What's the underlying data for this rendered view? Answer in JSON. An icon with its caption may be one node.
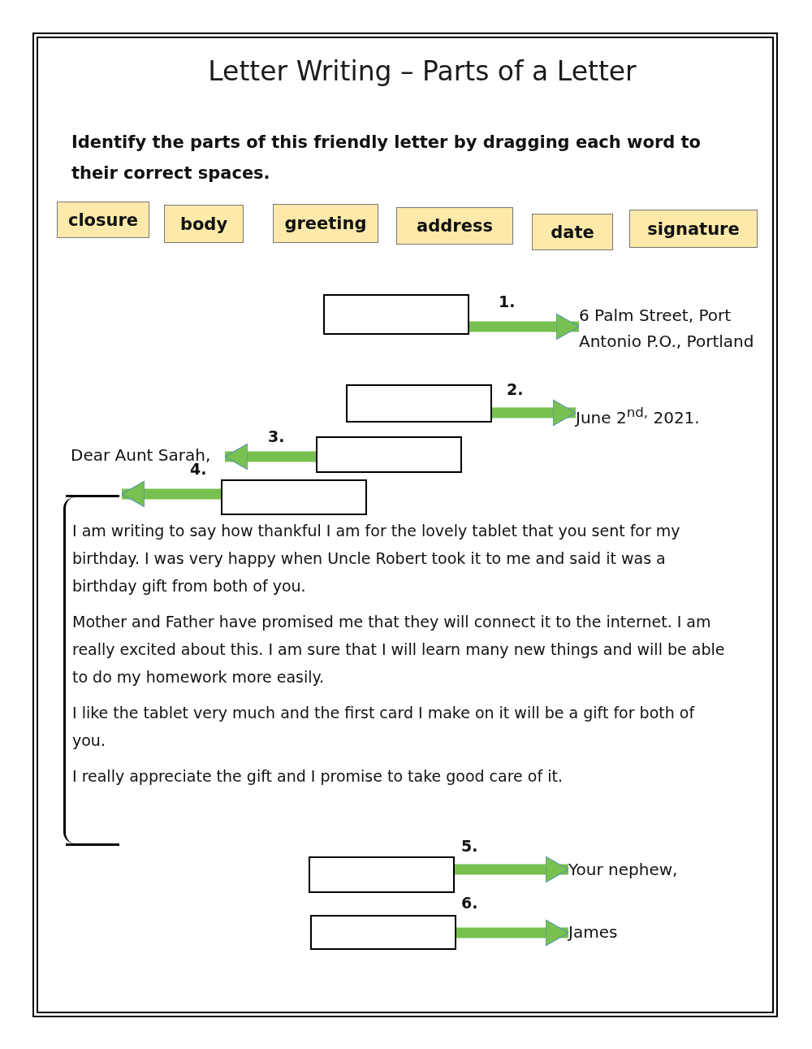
{
  "diagram": {
    "title": "Letter Writing – Parts of a Letter",
    "nodes": [
      {
        "text": [
          "closure"
        ]
      },
      {
        "text": [
          "body"
        ]
      },
      {
        "text": [
          "greeting"
        ]
      },
      {
        "text": [
          "address"
        ]
      },
      {
        "text": [
          "date"
        ]
      },
      {
        "text": [
          "signature"
        ]
      },
      {
        "text": [],
        "shape": "box"
      },
      {
        "text": [
          "6 Palm Street, Port Antonio P.O., Portland"
        ]
      },
      {
        "text": [],
        "shape": "box"
      },
      {
        "text": [
          "June 2$^{nd,}$ 2021."
        ]
      },
      {
        "text": [
          "Dear Aunt Sarah,"
        ]
      },
      {
        "text": [],
        "shape": "box"
      },
      {
        "text": [],
        "shape": "box"
      },
      {
        "text": [
          "I am writing to say how thankful I am for the lovely tablet that you sent for my birthday. I was very happy when Uncle Robert took it to me and said it was a birthday gift from both of you.",
          "Mother and Father have promised me that they will connect it to the internet. I am really excited about this. I am sure that I will learn many new things and will be able to do my homework more easily.",
          "I like the tablet very much and the first card I make on it will be a gift for both of you.",
          "I really appreciate the gift and I promise to take good care of it."
        ]
      },
      {
        "text": [],
        "shape": "box"
      },
      {
        "text": [
          "Your nephew,"
        ]
      },
      {
        "text": [],
        "shape": "box"
      },
      {
        "text": [
          "James"
        ]
      }
    ],
    "edges": [
      {
        "from": 6,
        "to": 7,
        "arrow": "to"
      },
      {
        "from": 8,
        "to": 9,
        "arrow": "to"
      },
      {
        "from": 11,
        "to": 10,
        "arrow": "to"
      },
      {
        "from": 12,
        "to": 13,
        "arrow": "to"
      },
      {
        "from": 14,
        "to": 15,
        "arrow": "to"
      },
      {
        "from": 16,
        "to": 17,
        "arrow": "to"
      }
    ],
    "labels": [
      "Identify the parts of this friendly letter by dragging each word to their correct spaces.",
      "1.",
      "2.",
      "3.",
      "4.",
      "5.",
      "6."
    ]
  }
}
